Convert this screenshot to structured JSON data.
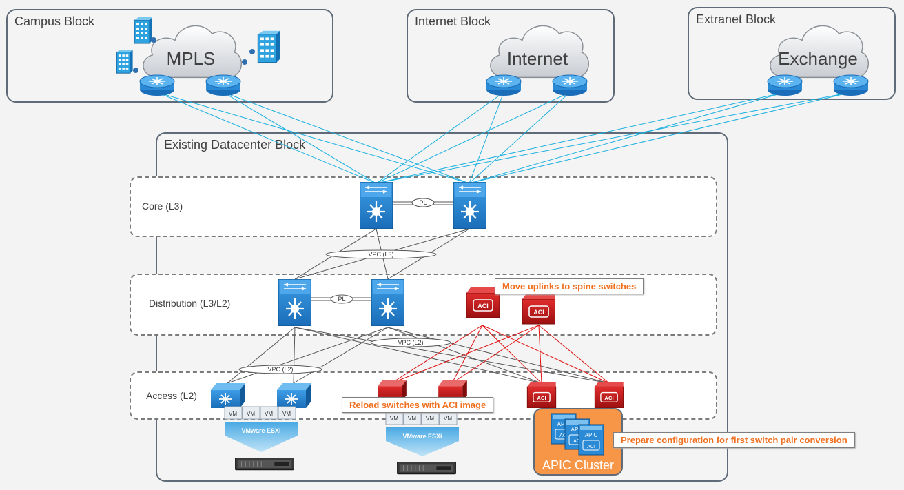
{
  "blocks": {
    "campus": "Campus Block",
    "internet": "Internet Block",
    "extranet": "Extranet Block",
    "datacenter": "Existing Datacenter Block"
  },
  "clouds": {
    "mpls": "MPLS",
    "internet": "Internet",
    "exchange": "Exchange"
  },
  "layers": {
    "core": "Core (L3)",
    "distribution": "Distribution (L3/L2)",
    "access": "Access (L2)"
  },
  "links": {
    "core_pl": "PL",
    "dist_pl": "PL",
    "vpc_l3": "VPC (L3)",
    "vpc_l2_dist": "VPC (L2)",
    "vpc_l2_access": "VPC (L2)"
  },
  "callouts": {
    "move_uplinks": "Move uplinks to spine switches",
    "reload": "Reload switches with ACI image",
    "prepare": "Prepare configuration for first switch pair conversion"
  },
  "vm": "VM",
  "esxi": "VMware ESXi",
  "aci": "ACI",
  "apic": "APIC",
  "apic_cluster": "APIC Cluster",
  "colors": {
    "link_blue": "#1ab0e0",
    "link_red": "#e01010",
    "link_gray": "#555555",
    "switch_blue": "#2a8ad6",
    "switch_red": "#c0181a",
    "callout_text": "#f07020",
    "apic_bg": "#f79646"
  }
}
